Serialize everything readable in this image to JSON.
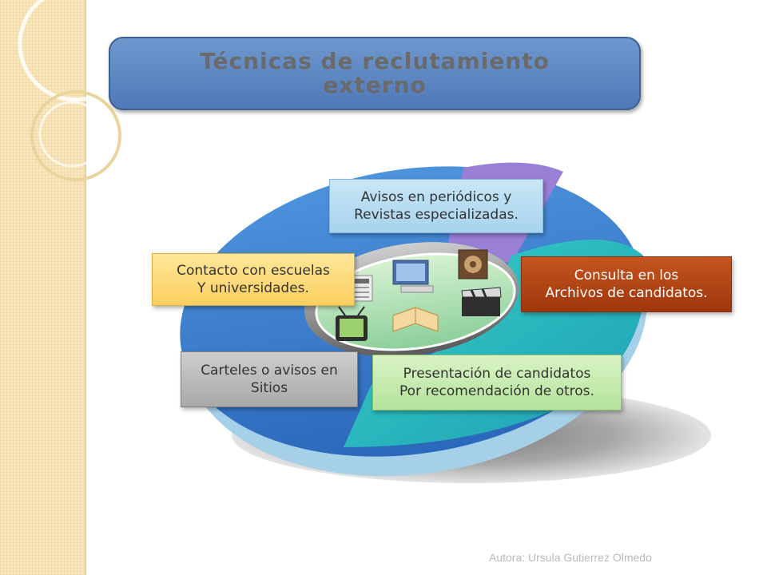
{
  "title": "Técnicas de reclutamiento externo",
  "items": {
    "periodicos": [
      "Avisos en periódicos y",
      "Revistas especializadas."
    ],
    "escuelas": [
      "Contacto con escuelas",
      "Y universidades."
    ],
    "archivos": [
      "Consulta en los",
      "Archivos de candidatos."
    ],
    "carteles": [
      "Carteles o avisos en",
      "Sitios"
    ],
    "recomendacion": [
      "Presentación de candidatos",
      "Por recomendación de otros."
    ]
  },
  "center_images": [
    "newspaper",
    "computer",
    "speaker",
    "television",
    "book",
    "clapperboard"
  ],
  "footer": "Autora: Ursula Gutierrez Olmedo",
  "colors": {
    "title_fill": "#5b86c4",
    "blue_segment": "#3f7fd0",
    "teal_segment": "#2fc6c2",
    "purple_segment": "#9a7fd6",
    "orange_box": "#b0441a",
    "sidebar": "#f8e7bd"
  }
}
